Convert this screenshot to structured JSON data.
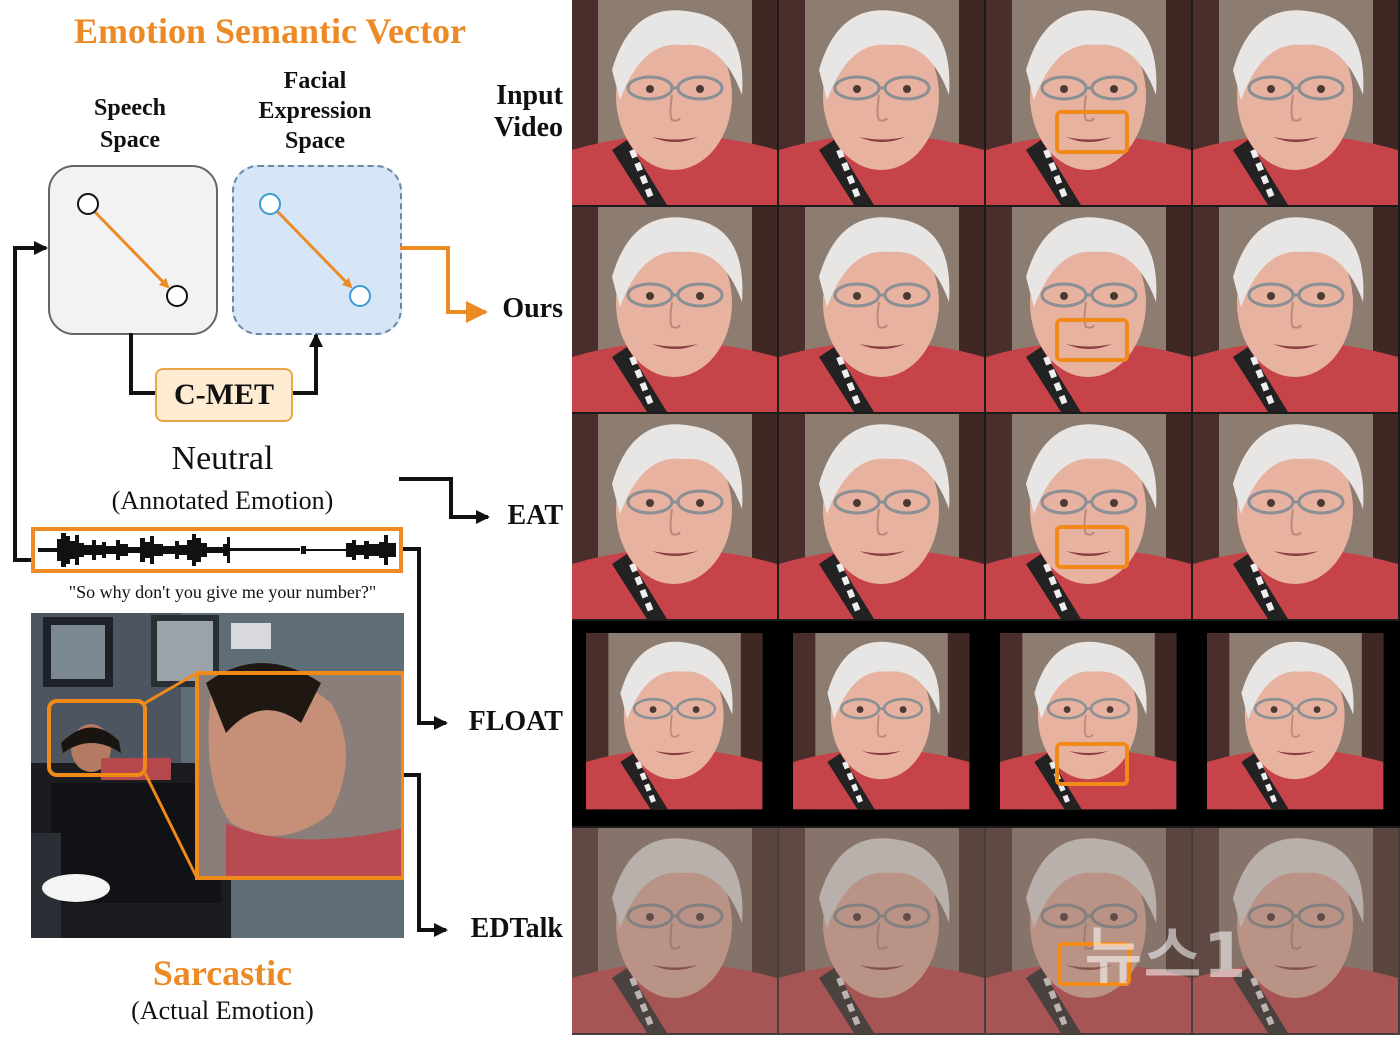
{
  "title": "Emotion Semantic Vector",
  "speech_space": {
    "line1": "Speech",
    "line2": "Space"
  },
  "facial_space": {
    "line1": "Facial",
    "line2": "Expression",
    "line3": "Space"
  },
  "cmet_label": "C-MET",
  "annotated": {
    "label": "Neutral",
    "caption": "(Annotated Emotion)"
  },
  "transcript": "\"So why don't you give me your number?\"",
  "actual": {
    "label": "Sarcastic",
    "caption": "(Actual Emotion)"
  },
  "rows": [
    {
      "line1": "Input",
      "line2": "Video"
    },
    {
      "line1": "Ours"
    },
    {
      "line1": "EAT"
    },
    {
      "line1": "FLOAT"
    },
    {
      "line1": "EDTalk"
    }
  ],
  "watermark": "뉴스1",
  "colors": {
    "accent": "#ec8a26",
    "face_space": "#d7e6f6",
    "speech_space": "#f2f2f2",
    "cmet_fill": "#fdebd2",
    "vector_dot": "#3a9bd6"
  }
}
